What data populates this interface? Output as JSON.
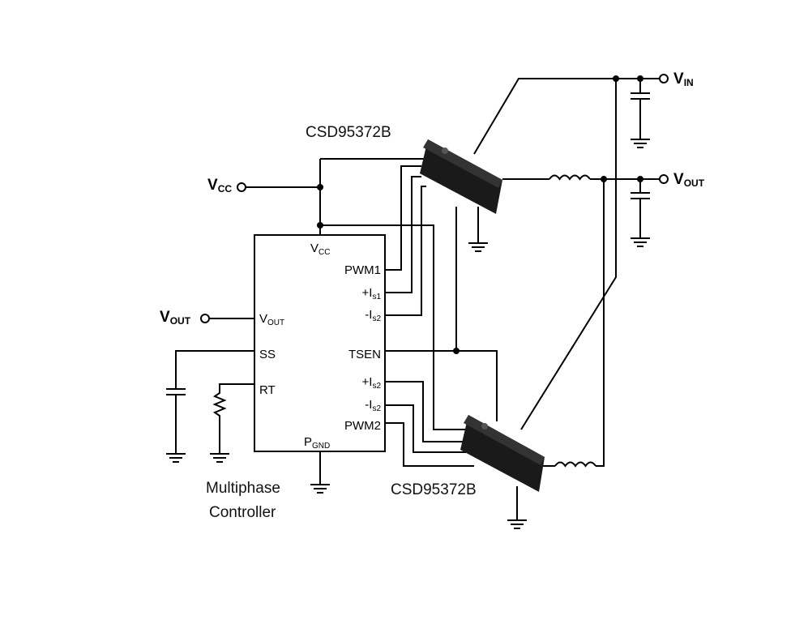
{
  "chips": {
    "top": "CSD95372B",
    "bottom": "CSD95372B"
  },
  "controller": {
    "title_line1": "Multiphase",
    "title_line2": "Controller",
    "pins": {
      "vcc": "V",
      "vcc_sub": "CC",
      "pwm1": "PWM1",
      "is1p": "+I",
      "is1p_sub": "s1",
      "is1n": "-I",
      "is1n_sub": "s2",
      "vout": "V",
      "vout_sub": "OUT",
      "ss": "SS",
      "tsen": "TSEN",
      "rt": "RT",
      "is2p": "+I",
      "is2p_sub": "s2",
      "is2n": "-I",
      "is2n_sub": "s2",
      "pwm2": "PWM2",
      "pgnd": "P",
      "pgnd_sub": "GND"
    }
  },
  "terminals": {
    "vin": "V",
    "vin_sub": "IN",
    "vout_r": "V",
    "vout_r_sub": "OUT",
    "vcc": "V",
    "vcc_sub": "CC",
    "vout_l": "V",
    "vout_l_sub": "OUT"
  }
}
